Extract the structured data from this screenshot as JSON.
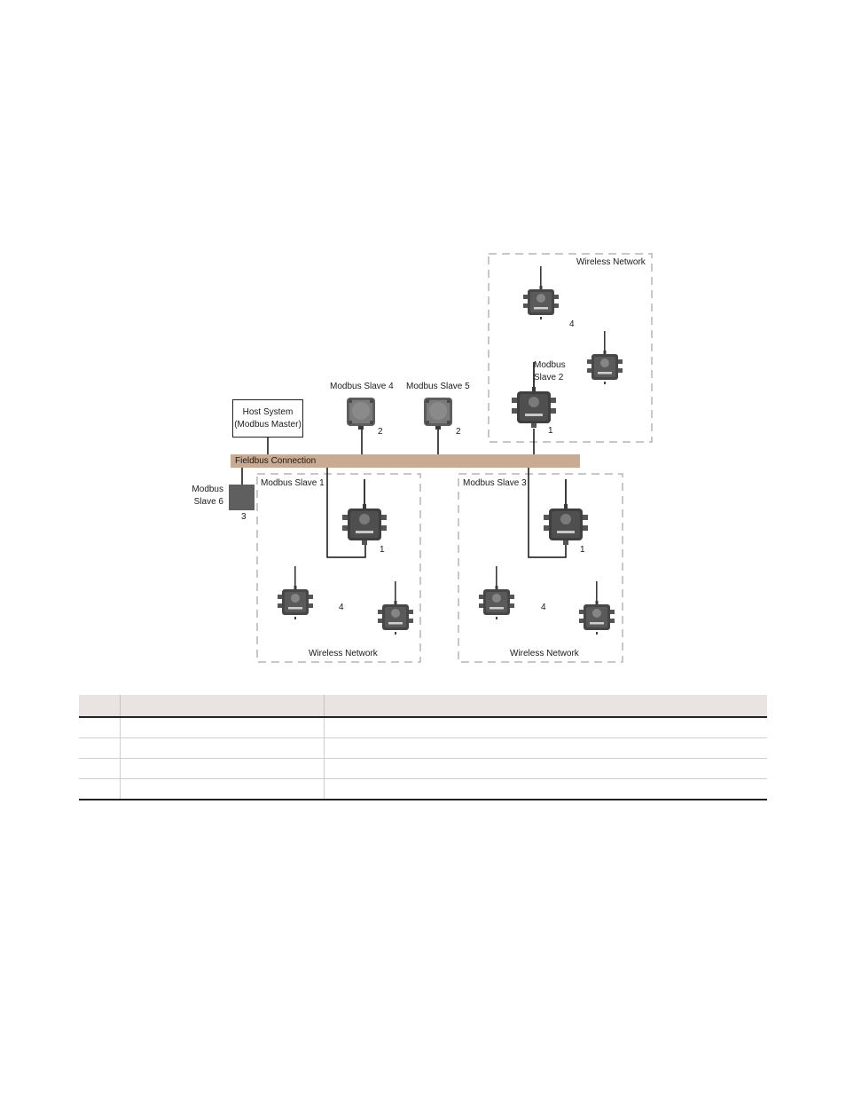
{
  "diagram": {
    "host_system": "Host System\n(Modbus Master)",
    "fieldbus_label": "Fieldbus Connection",
    "slave1_label": "Modbus Slave 1",
    "slave2_label": "Modbus\nSlave 2",
    "slave3_label": "Modbus Slave 3",
    "slave4_label": "Modbus Slave 4",
    "slave5_label": "Modbus Slave 5",
    "slave6_label": "Modbus\nSlave 6",
    "wireless_network_label": "Wireless Network",
    "callouts": {
      "gateway": "1",
      "io_module": "2",
      "slave6": "3",
      "nodes": "4"
    },
    "colors": {
      "fieldbus": "#c8ab92",
      "device_dark": "#3f3f3f",
      "slave6_box": "#5f5f5f",
      "dashed_border": "#c8c8c8",
      "table_header": "#e9e4e1"
    }
  },
  "legend_table": {
    "headers": [
      "",
      "",
      ""
    ],
    "rows": [
      [
        "",
        "",
        ""
      ],
      [
        "",
        "",
        ""
      ],
      [
        "",
        "",
        ""
      ],
      [
        "",
        "",
        ""
      ]
    ]
  }
}
